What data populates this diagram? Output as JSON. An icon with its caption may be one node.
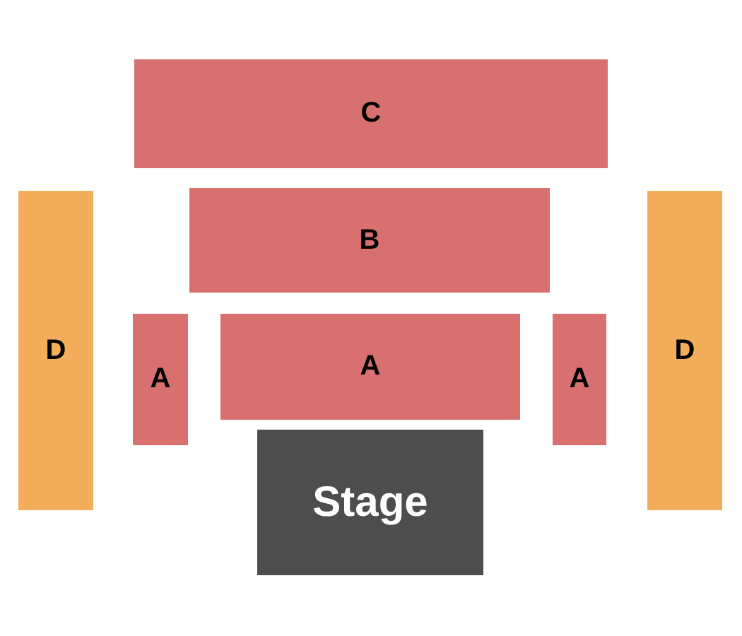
{
  "diagram": {
    "nodes": [
      {
        "text": [
          "C"
        ]
      },
      {
        "text": [
          "B"
        ]
      },
      {
        "text": [
          "D"
        ]
      },
      {
        "text": [
          "A"
        ]
      },
      {
        "text": [
          "A"
        ]
      },
      {
        "text": [
          "A"
        ]
      },
      {
        "text": [
          "D"
        ]
      },
      {
        "text": [
          "Stage"
        ]
      }
    ]
  }
}
